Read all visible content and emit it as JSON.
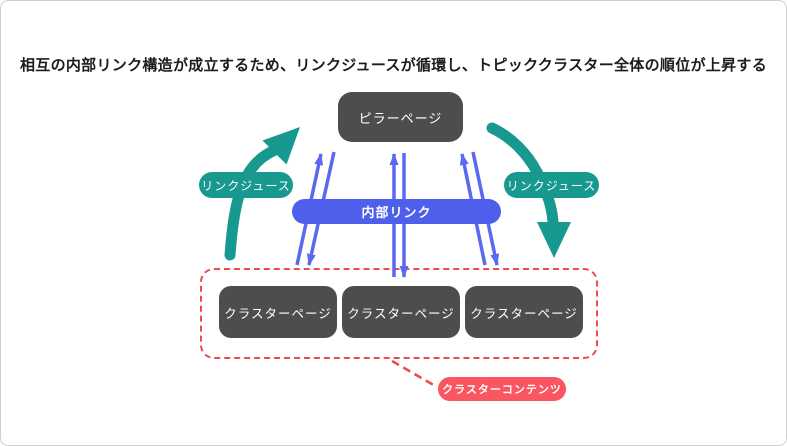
{
  "title": {
    "text": "相互の内部リンク構造が成立するため、リンクジュースが循環し、トピッククラスター全体の順位が上昇する"
  },
  "diagram": {
    "pillar_page": {
      "label": "ピラーページ"
    },
    "internal_link": {
      "label": "内部リンク"
    },
    "link_juice_left": {
      "label": "リンクジュース"
    },
    "link_juice_right": {
      "label": "リンクジュース"
    },
    "cluster_pages": [
      {
        "label": "クラスターページ"
      },
      {
        "label": "クラスターページ"
      },
      {
        "label": "クラスターページ"
      }
    ],
    "cluster_content": {
      "label": "クラスターコンテンツ"
    },
    "colors": {
      "dark_box": "#4d4d4d",
      "teal": "#18998f",
      "blue_arrow": "#5a69f0",
      "blue_badge": "#4e5feb",
      "red_dashed": "#ee4b4a",
      "red_badge": "#fa5661",
      "title_text": "#1c1c1c",
      "frame_border": "#cfcfcf"
    }
  }
}
